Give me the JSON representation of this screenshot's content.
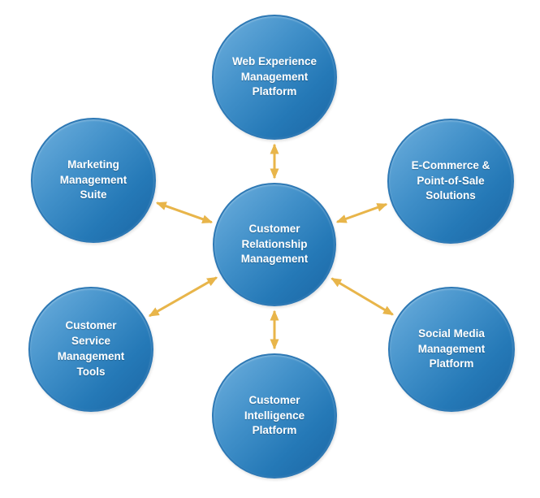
{
  "diagram": {
    "type": "radial-hub-spoke",
    "center_node": "Customer Relationship Management",
    "colors": {
      "node_fill_light": "#6FB0DE",
      "node_fill_dark": "#1B66A4",
      "node_border": "#2E79B5",
      "node_text": "#FFFFFF",
      "arrow": "#E8B54A",
      "background": "#FFFFFF"
    },
    "nodes": {
      "center": {
        "label": "Customer\nRelationship\nManagement"
      },
      "top": {
        "label": "Web Experience\nManagement\nPlatform"
      },
      "top_left": {
        "label": "Marketing\nManagement\nSuite"
      },
      "top_right": {
        "label": "E-Commerce &\nPoint-of-Sale\nSolutions"
      },
      "bottom_left": {
        "label": "Customer\nService\nManagement\nTools"
      },
      "bottom_right": {
        "label": "Social Media\nManagement\nPlatform"
      },
      "bottom": {
        "label": "Customer\nIntelligence\nPlatform"
      }
    },
    "edges": [
      {
        "from": "center",
        "to": "top",
        "bidirectional": true
      },
      {
        "from": "center",
        "to": "top_left",
        "bidirectional": true
      },
      {
        "from": "center",
        "to": "top_right",
        "bidirectional": true
      },
      {
        "from": "center",
        "to": "bottom_left",
        "bidirectional": true
      },
      {
        "from": "center",
        "to": "bottom_right",
        "bidirectional": true
      },
      {
        "from": "center",
        "to": "bottom",
        "bidirectional": true
      }
    ]
  }
}
